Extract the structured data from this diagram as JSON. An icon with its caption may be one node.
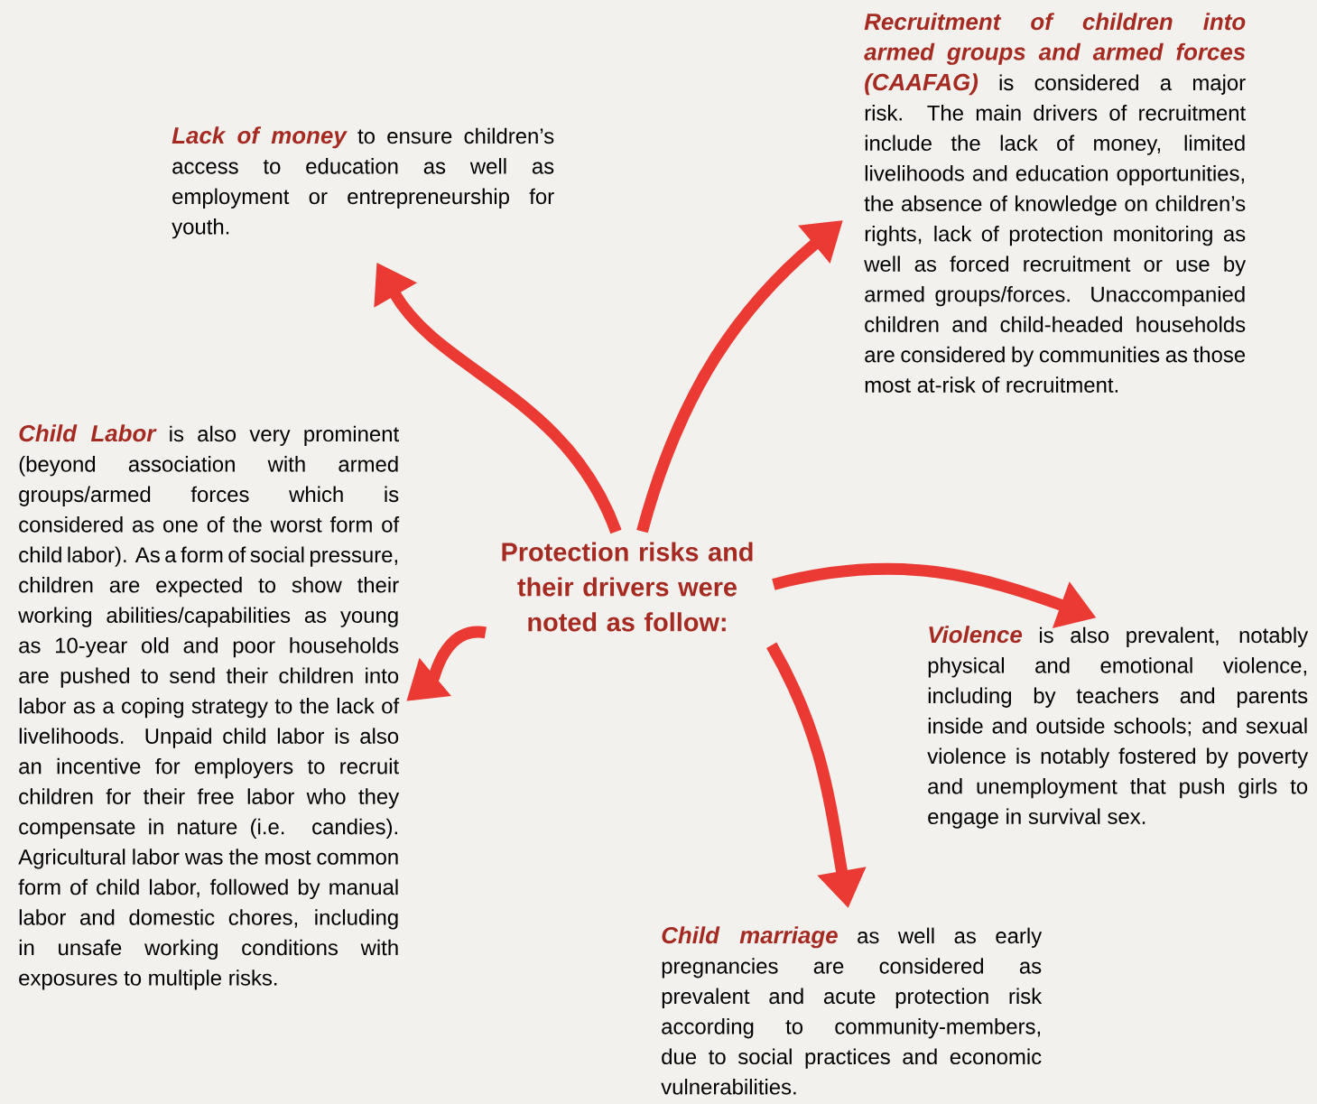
{
  "diagram": {
    "nodes": [
      {
        "text": [
          "Lack of money",
          "to ensure children’s access to education as well as employment or entrepreneurship for youth."
        ]
      },
      {
        "text": [
          "Recruitment of children into armed groups and armed forces (CAAFAG)",
          "is considered a major risk. The main drivers of recruitment include the lack of money, limited livelihoods and education opportunities, the absence of knowledge on children’s rights, lack of protection monitoring as well as forced recruitment or use by armed groups/forces. Unaccompanied children and child-headed households are considered by communities as those most at-risk of recruitment."
        ]
      },
      {
        "text": [
          "Child Labor",
          "is also very prominent (beyond association with armed groups/armed forces which is considered as one of the worst form of child labor). As a form of social pressure, children are expected to show their working abilities/capabilities as young as 10-year old and poor households are pushed to send their children into labor as a coping strategy to the lack of livelihoods. Unpaid child labor is also an incentive for employers to recruit children for their free labor who they compensate in nature (i.e. candies). Agricultural labor was the most common form of child labor, followed by manual labor and domestic chores, including in unsafe working conditions with exposures to multiple risks."
        ]
      },
      {
        "text": [
          "Protection risks and their drivers were noted as follow:"
        ]
      },
      {
        "text": [
          "Violence",
          "is also prevalent, notably physical and emotional violence, including by teachers and parents inside and outside schools; and sexual violence is notably fostered by poverty and unemployment that push girls to engage in survival sex."
        ]
      },
      {
        "text": [
          "Child marriage",
          "as well as early pregnancies are considered as prevalent and acute protection risk according to community-members, due to social practices and economic vulnerabilities."
        ]
      }
    ],
    "edges": [
      {
        "from": 3,
        "to": 0,
        "arrow": "to"
      },
      {
        "from": 3,
        "to": 1,
        "arrow": "to"
      },
      {
        "from": 3,
        "to": 2,
        "arrow": "to"
      },
      {
        "from": 3,
        "to": 4,
        "arrow": "to"
      },
      {
        "from": 3,
        "to": 5,
        "arrow": "to"
      }
    ]
  }
}
